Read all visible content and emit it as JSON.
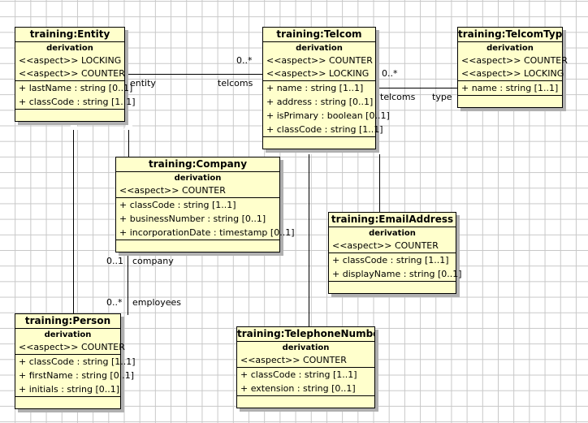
{
  "diagram": {
    "type": "uml-class-diagram",
    "background": "#ffffff",
    "grid_color": "#c8c8c8",
    "class_fill": "#ffffcc",
    "class_border": "#000000",
    "shadow_color": "#b0b0b0"
  },
  "classes": [
    {
      "id": "entity",
      "name": "training:Entity",
      "stereotype_header": "derivation",
      "aspects": [
        "<<aspect>> LOCKING",
        "<<aspect>> COUNTER"
      ],
      "attributes": [
        "+ lastName : string [0..1]",
        "+ classCode : string [1..1]"
      ]
    },
    {
      "id": "telcom",
      "name": "training:Telcom",
      "stereotype_header": "derivation",
      "aspects": [
        "<<aspect>> COUNTER",
        "<<aspect>> LOCKING"
      ],
      "attributes": [
        "+ name : string [1..1]",
        "+ address : string [0..1]",
        "+ isPrimary : boolean [0..1]",
        "+ classCode : string [1..1]"
      ]
    },
    {
      "id": "telcomtype",
      "name": "training:TelcomType",
      "stereotype_header": "derivation",
      "aspects": [
        "<<aspect>> COUNTER",
        "<<aspect>> LOCKING"
      ],
      "attributes": [
        "+ name : string [1..1]"
      ]
    },
    {
      "id": "company",
      "name": "training:Company",
      "stereotype_header": "derivation",
      "aspects": [
        "<<aspect>> COUNTER"
      ],
      "attributes": [
        "+ classCode : string [1..1]",
        "+ businessNumber : string [0..1]",
        "+ incorporationDate : timestamp [0..1]"
      ]
    },
    {
      "id": "emailaddress",
      "name": "training:EmailAddress",
      "stereotype_header": "derivation",
      "aspects": [
        "<<aspect>> COUNTER"
      ],
      "attributes": [
        "+ classCode : string [1..1]",
        "+ displayName : string [0..1]"
      ]
    },
    {
      "id": "person",
      "name": "training:Person",
      "stereotype_header": "derivation",
      "aspects": [
        "<<aspect>> COUNTER"
      ],
      "attributes": [
        "+ classCode : string [1..1]",
        "+ firstName : string [0..1]",
        "+ initials : string [0..1]"
      ]
    },
    {
      "id": "telephonenumber",
      "name": "training:TelephoneNumber",
      "stereotype_header": "derivation",
      "aspects": [
        "<<aspect>> COUNTER"
      ],
      "attributes": [
        "+ classCode : string [1..1]",
        "+ extension : string [0..1]"
      ]
    }
  ],
  "associations": [
    {
      "id": "entity-telcom",
      "source": "entity",
      "target": "telcom",
      "source_role": "entity",
      "target_role": "telcoms",
      "target_multiplicity": "0..*"
    },
    {
      "id": "telcom-telcomtype",
      "source": "telcom",
      "target": "telcomtype",
      "source_role": "telcoms",
      "target_role": "type",
      "target_multiplicity": "0..*"
    },
    {
      "id": "company-person",
      "source": "company",
      "target": "person",
      "source_role": "company",
      "source_multiplicity": "0..1",
      "target_role": "employees",
      "target_multiplicity": "0..*"
    }
  ],
  "generalizations": [
    {
      "id": "person-entity",
      "subclass": "person",
      "superclass": "entity"
    },
    {
      "id": "company-entity",
      "subclass": "company",
      "superclass": "entity"
    },
    {
      "id": "telephonenumber-telcom",
      "subclass": "telephonenumber",
      "superclass": "telcom"
    },
    {
      "id": "emailaddress-telcom",
      "subclass": "emailaddress",
      "superclass": "telcom"
    }
  ]
}
